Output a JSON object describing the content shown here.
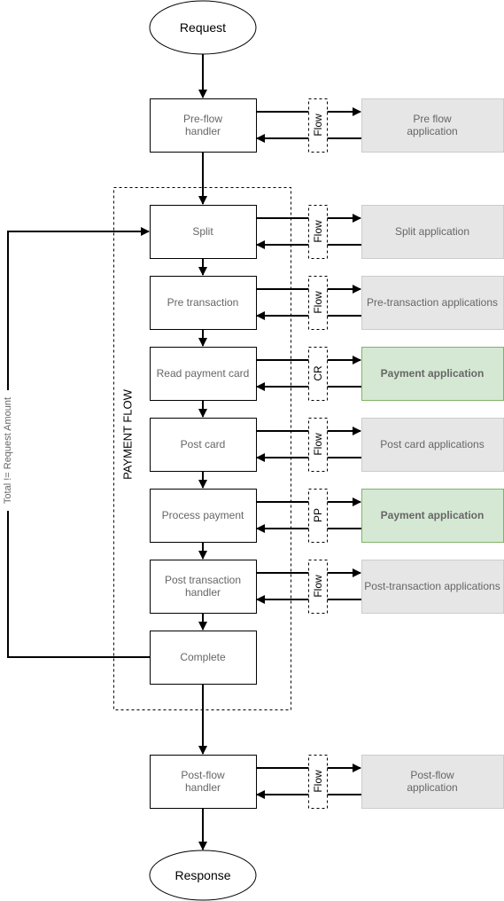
{
  "terminals": {
    "request": "Request",
    "response": "Response"
  },
  "group_label": "PAYMENT FLOW",
  "loop_label": "Total != Request Amount",
  "steps": [
    {
      "id": "pre-flow-handler",
      "lines": [
        "Pre-flow",
        "handler"
      ],
      "connector": "Flow",
      "app": {
        "lines": [
          "Pre flow",
          "application"
        ],
        "highlight": false
      }
    },
    {
      "id": "split",
      "lines": [
        "Split"
      ],
      "connector": "Flow",
      "app": {
        "lines": [
          "Split application"
        ],
        "highlight": false
      }
    },
    {
      "id": "pre-transaction",
      "lines": [
        "Pre transaction"
      ],
      "connector": "Flow",
      "app": {
        "lines": [
          "Pre-transaction applications"
        ],
        "highlight": false
      }
    },
    {
      "id": "read-payment-card",
      "lines": [
        "Read payment card"
      ],
      "connector": "CR",
      "app": {
        "lines": [
          "Payment application"
        ],
        "highlight": true
      }
    },
    {
      "id": "post-card",
      "lines": [
        "Post card"
      ],
      "connector": "Flow",
      "app": {
        "lines": [
          "Post card applications"
        ],
        "highlight": false
      }
    },
    {
      "id": "process-payment",
      "lines": [
        "Process payment"
      ],
      "connector": "PP",
      "app": {
        "lines": [
          "Payment application"
        ],
        "highlight": true
      }
    },
    {
      "id": "post-transaction-handler",
      "lines": [
        "Post transaction",
        "handler"
      ],
      "connector": "Flow",
      "app": {
        "lines": [
          "Post-transaction applications"
        ],
        "highlight": false
      }
    },
    {
      "id": "complete",
      "lines": [
        "Complete"
      ],
      "connector": null,
      "app": null
    },
    {
      "id": "post-flow-handler",
      "lines": [
        "Post-flow",
        "handler"
      ],
      "connector": "Flow",
      "app": {
        "lines": [
          "Post-flow",
          "application"
        ],
        "highlight": false
      }
    }
  ],
  "colors": {
    "app_fill": "#e6e6e6",
    "app_highlight_fill": "#d5e8d4",
    "line": "#000000",
    "step_text": "#666666"
  }
}
